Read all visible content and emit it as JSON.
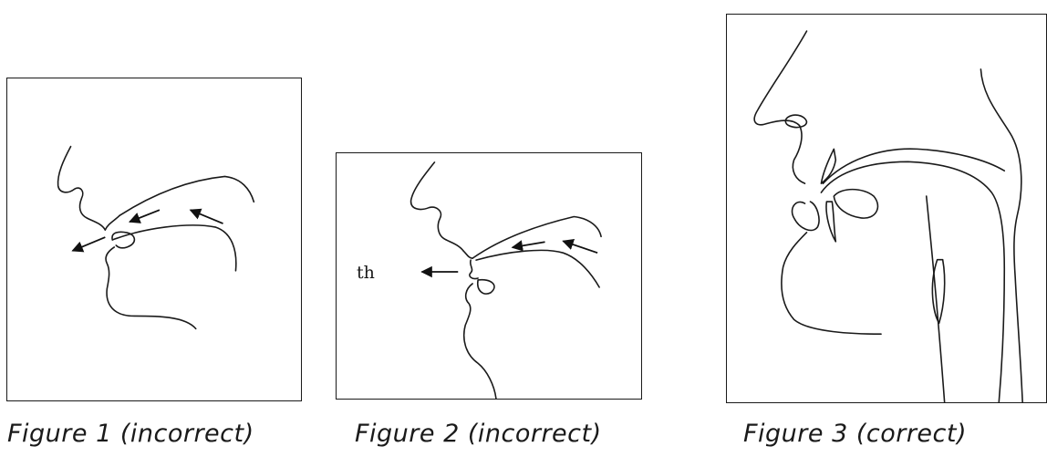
{
  "figures": [
    {
      "caption": "Figure 1 (incorrect)"
    },
    {
      "caption": "Figure 2 (incorrect)",
      "label": "th"
    },
    {
      "caption": "Figure 3 (correct)"
    }
  ]
}
